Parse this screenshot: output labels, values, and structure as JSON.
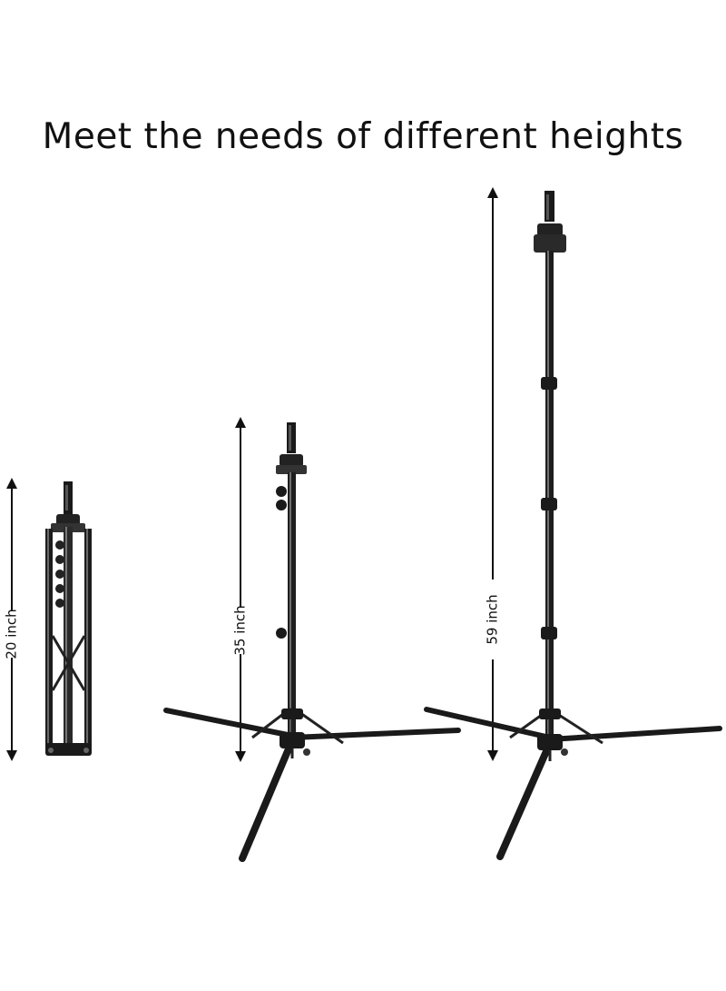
{
  "headline": "Meet the needs of different heights",
  "stands": [
    {
      "name": "folded",
      "height_label": "20 inch"
    },
    {
      "name": "medium",
      "height_label": "35 inch"
    },
    {
      "name": "extended",
      "height_label": "59 inch"
    }
  ],
  "colors": {
    "stand": "#1a1a1a",
    "stand_highlight": "#6a6a6a",
    "arrow": "#111111",
    "background": "#ffffff"
  }
}
